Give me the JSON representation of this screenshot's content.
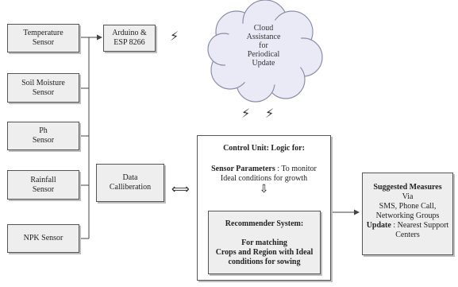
{
  "sensors": [
    {
      "line1": "Temperature",
      "line2": "Sensor"
    },
    {
      "line1": "Soil Moisture",
      "line2": "Sensor"
    },
    {
      "line1": "Ph",
      "line2": "Sensor"
    },
    {
      "line1": "Rainfall",
      "line2": "Sensor"
    },
    {
      "line1": "NPK Sensor",
      "line2": ""
    }
  ],
  "arduino": {
    "line1": "Arduino &",
    "line2": "ESP 8266"
  },
  "cloud": {
    "lines": [
      "Cloud",
      "Assistance",
      "for",
      "Periodical",
      "Update"
    ]
  },
  "data_calibration": {
    "line1": "Data",
    "line2": "Calliberation"
  },
  "control_unit": {
    "title": "Control  Unit: Logic for:",
    "params_label": "Sensor Parameters",
    "params_text": " : To monitor",
    "params_line2": "Ideal conditions for growth"
  },
  "recommender": {
    "title": "Recommender System:",
    "line1": "For matching",
    "line2": "Crops and Region with Ideal",
    "line3": "conditions for sowing"
  },
  "suggested": {
    "title": "Suggested Measures",
    "via": "Via",
    "channels": "SMS, Phone Call,",
    "groups": "Networking Groups",
    "update_label": "Update",
    "update_text": " : Nearest Support",
    "centers": "Centers"
  },
  "symbols": {
    "zap": "⚡",
    "double_arrow": "⟺",
    "down_arrow": "⇩"
  },
  "colors": {
    "box_fill": "#eeeeee",
    "border": "#555555",
    "shadow": "#bdbdbd",
    "cloud_fill": "#e9eaf6"
  }
}
